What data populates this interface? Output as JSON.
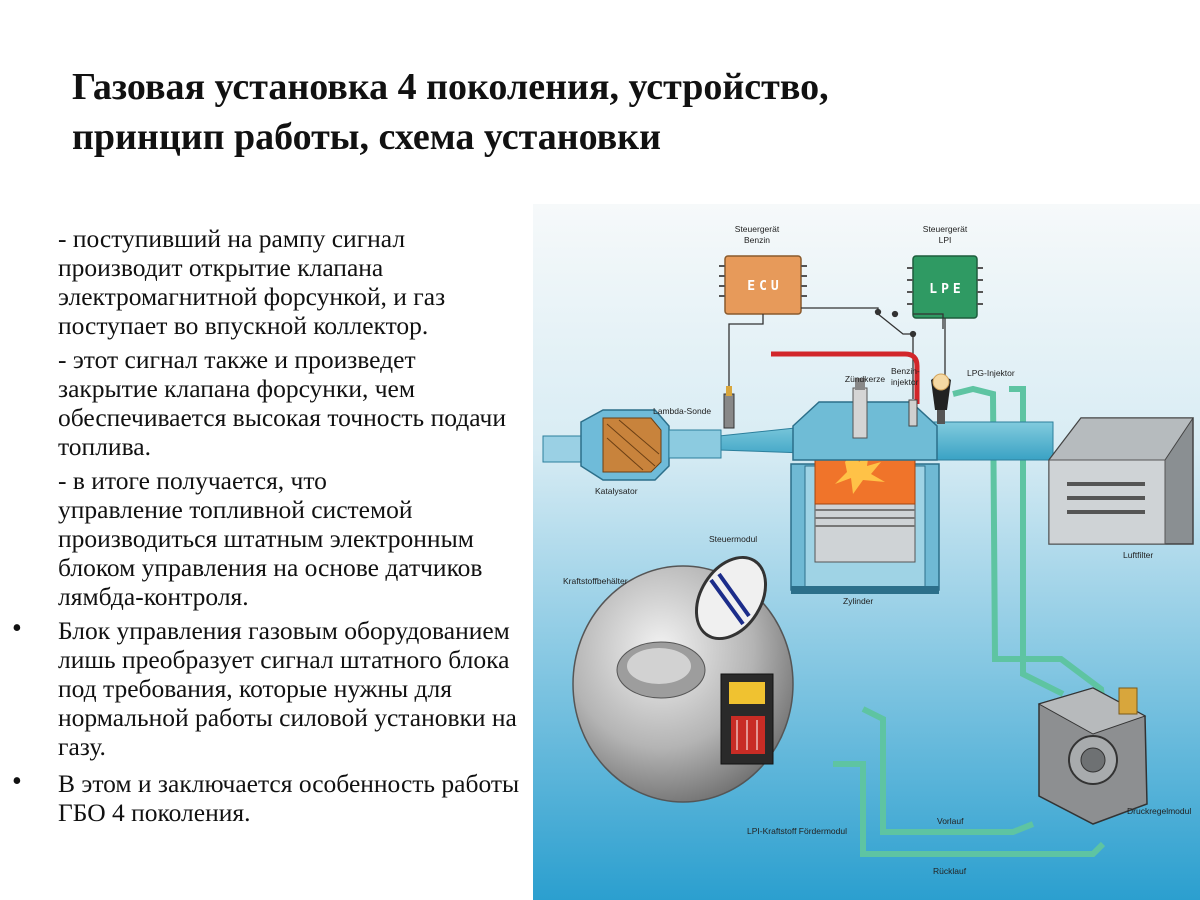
{
  "title": {
    "line1": "Газовая установка 4 поколения, устройство,",
    "line2": "принцип работы, схема установки"
  },
  "content": {
    "paragraphs": [
      {
        "first": "- поступивший на рампу сигнал",
        "rest": "производит открытие клапана электромагнитной форсункой, и газ поступает во впускной коллектор."
      },
      {
        "first": "- этот сигнал также и произведет",
        "rest": "закрытие клапана форсунки, чем обеспечивается высокая точность подачи топлива."
      },
      {
        "first": "- в итоге получается, что",
        "rest": "управление топливной системой производиться штатным электронным блоком управления на основе датчиков лямбда-контроля."
      }
    ],
    "bullets": [
      "Блок управления газовым оборудованием лишь преобразует сигнал штатного блока под требования, которые нужны для нормальной работы силовой установки на газу.",
      "В этом и заключается особенность работы ГБО 4 поколения."
    ],
    "bullet_symbol": "•"
  },
  "diagram": {
    "labels": {
      "ecu_caption_1": "Steuergerät",
      "ecu_caption_2": "Benzin",
      "ecu_chip": "ECU",
      "lpe_caption_1": "Steuergerät",
      "lpe_caption_2": "LPI",
      "lpe_chip": "LPE",
      "zuendkerze": "Zündkerze",
      "benzin_injektor_1": "Benzin-",
      "benzin_injektor_2": "injektor",
      "lpg_injektor": "LPG-Injektor",
      "lambda": "Lambda-Sonde",
      "katalysator": "Katalysator",
      "steuermodul": "Steuermodul",
      "zylinder": "Zylinder",
      "luftfilter": "Luftfilter",
      "kraftstoffbehaelter": "Kraftstoffbehälter",
      "vorlauf": "Vorlauf",
      "foerdermodul": "LPI-Kraftstoff Fördermodul",
      "ruecklauf": "Rücklauf",
      "druckregelmodul": "Druckregelmodul"
    },
    "colors": {
      "background_top": "#f2f6f8",
      "background_bottom": "#2a9fd0",
      "pipe": "#5ec4a2",
      "ecu": "#e79a5a",
      "lpe": "#2f9a63",
      "intake": "#4aaed0",
      "flame": "#f0742a"
    }
  }
}
